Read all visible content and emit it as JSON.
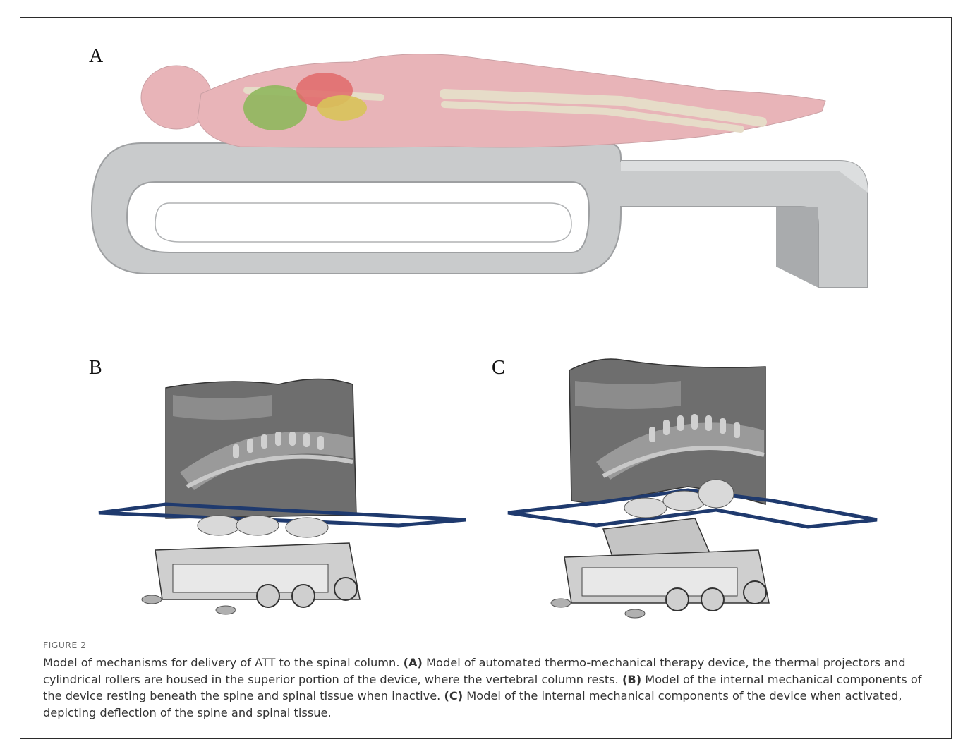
{
  "panels": {
    "a_label": "A",
    "b_label": "B",
    "c_label": "C"
  },
  "figure": {
    "label": "FIGURE 2",
    "caption_lead": "Model of mechanisms for delivery of ATT to the spinal column. ",
    "a_tag": "(A)",
    "a_text": " Model of automated thermo-mechanical therapy device, the thermal projectors and cylindrical rollers are housed in the superior portion of the device, where the vertebral column rests. ",
    "b_tag": "(B)",
    "b_text": " Model of the internal mechanical components of the device resting beneath the spine and spinal tissue when inactive. ",
    "c_tag": "(C)",
    "c_text": " Model of the internal mechanical components of the device when activated, depicting deflection of the spine and spinal tissue."
  },
  "colors": {
    "bed": "#c9cbcc",
    "body": "#e8b4b8",
    "skeleton": "#e6dcc8",
    "lung": "#8fb75d",
    "heart": "#e06a6a",
    "liver": "#d8c35a",
    "tissue_dark": "#555555",
    "tissue_light": "#9a9a9a",
    "plate": "#1f3a6e"
  }
}
